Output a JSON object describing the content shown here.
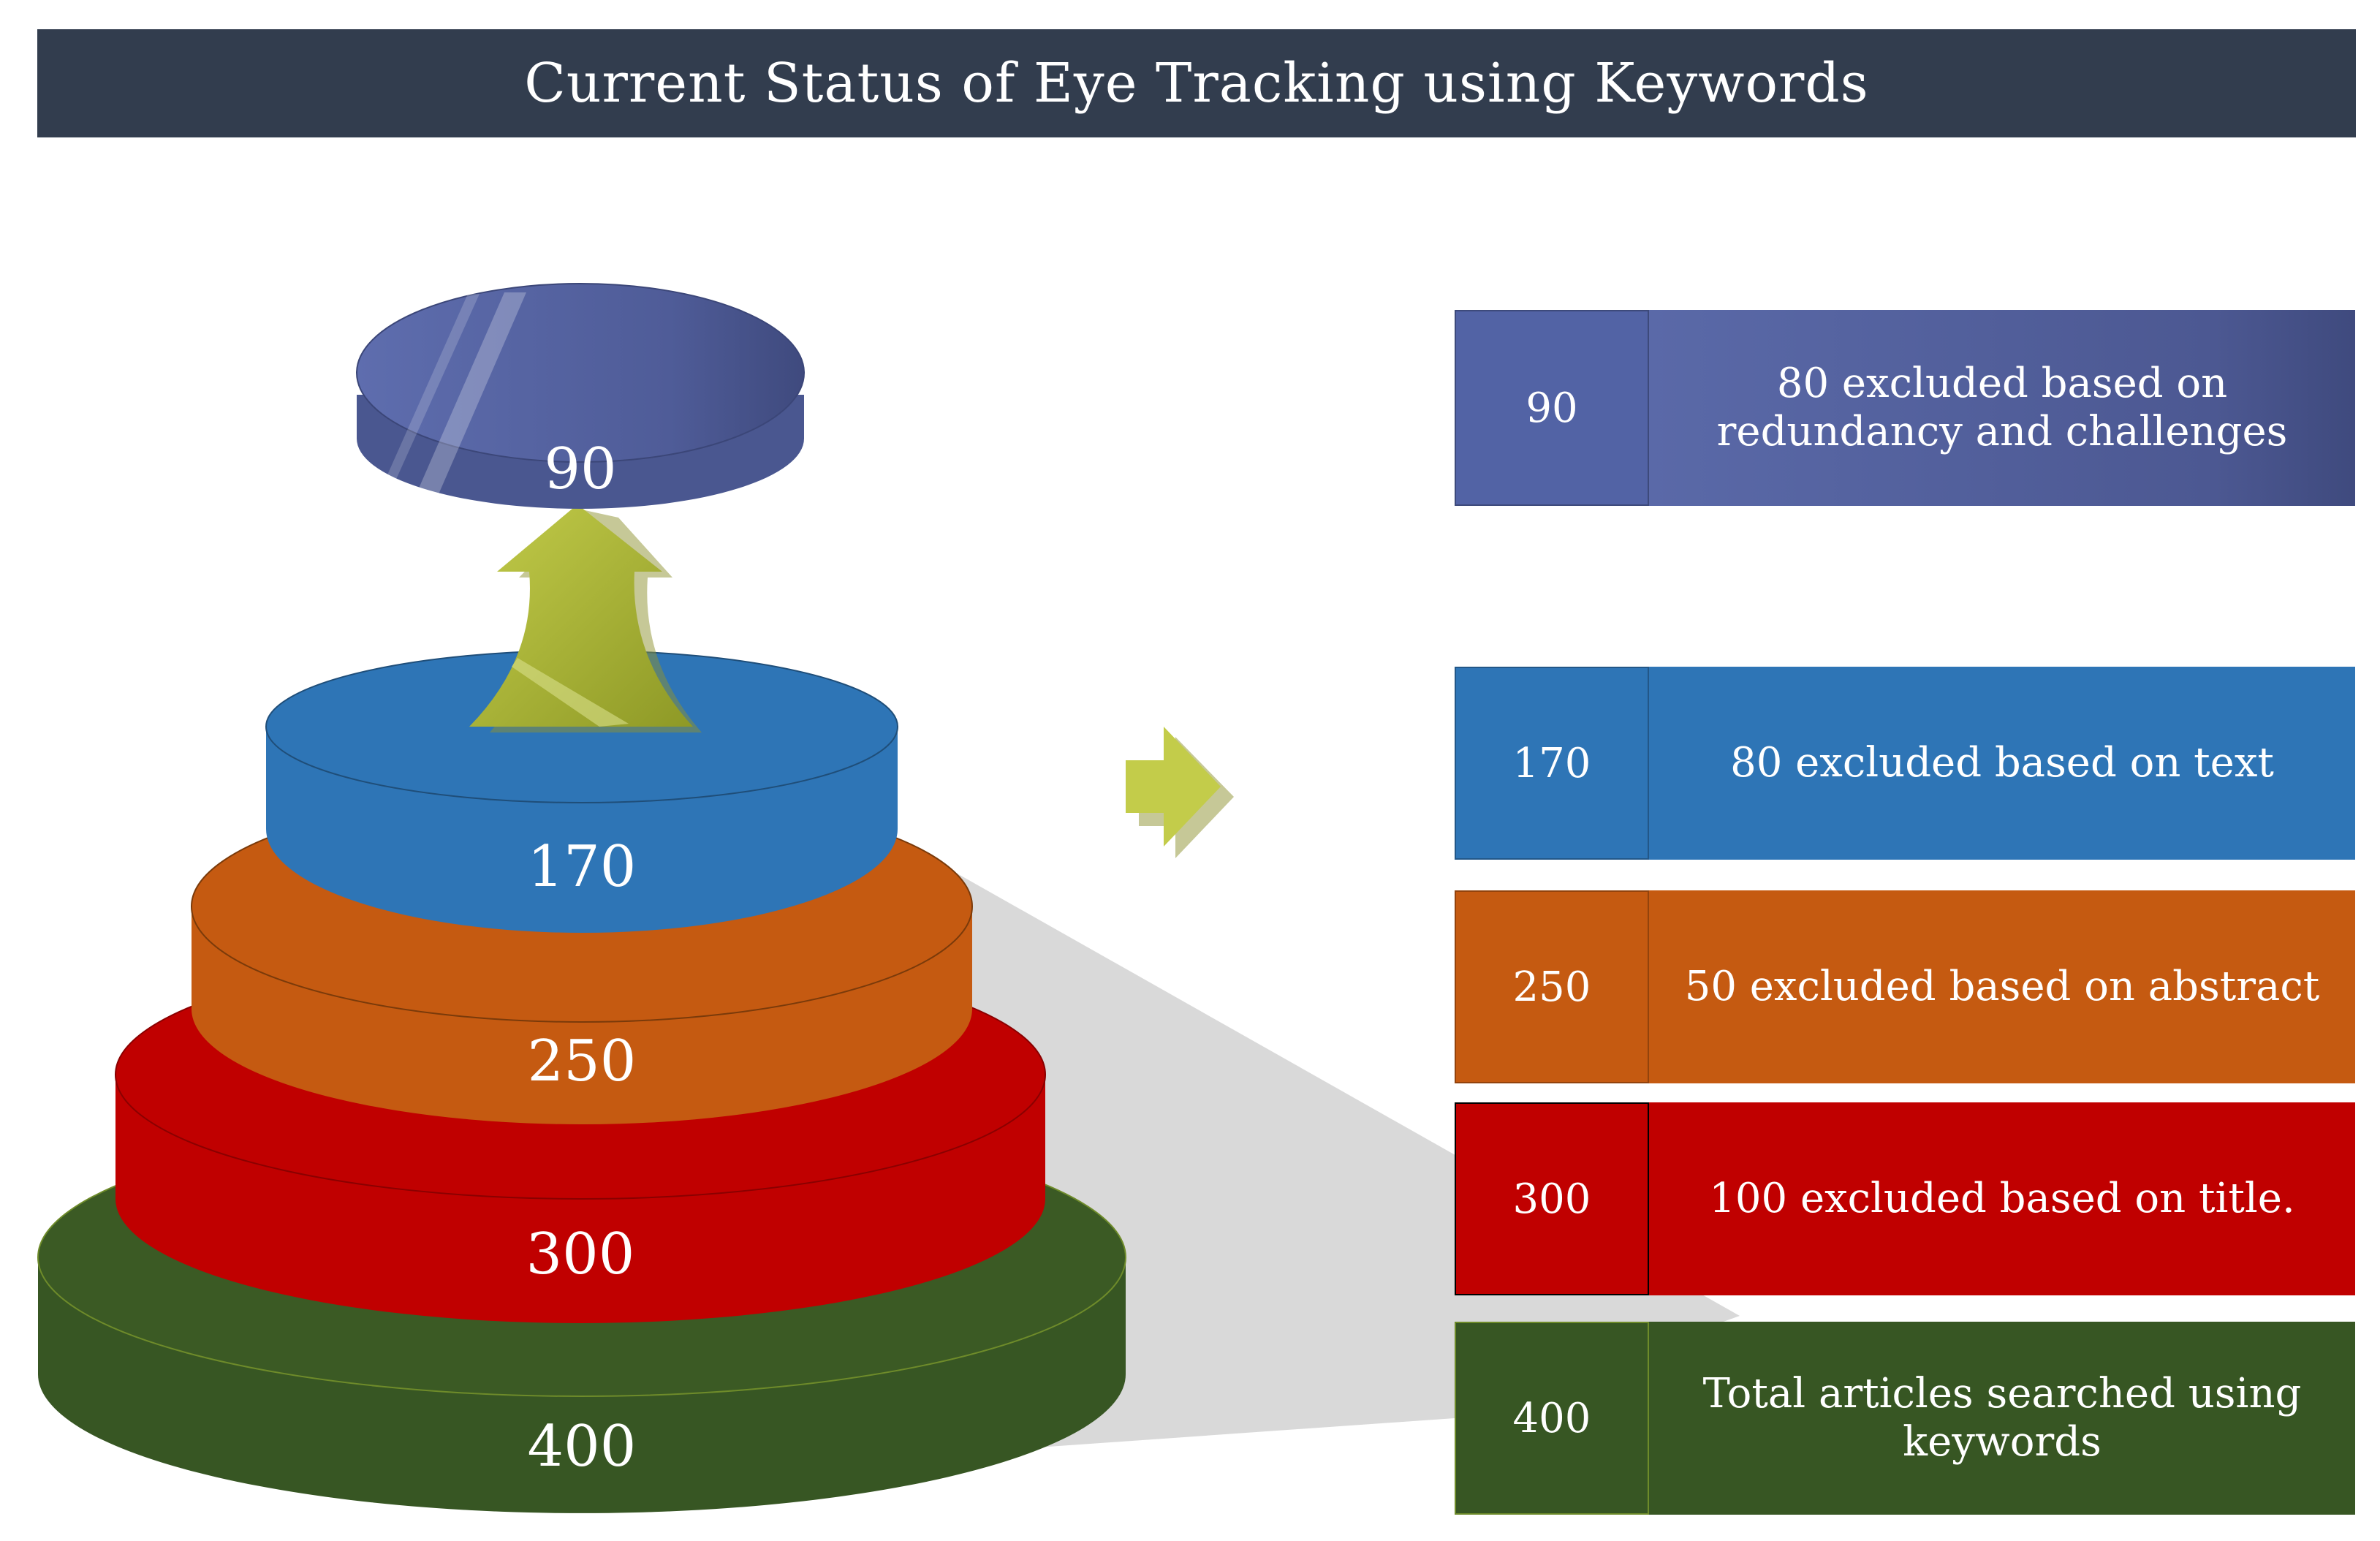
{
  "title": "Current Status of Eye Tracking using Keywords",
  "colors": {
    "title_bg": "#323D4E",
    "tier_90": "#5665A3",
    "tier_170": "#2E75B6",
    "tier_250": "#C55A11",
    "tier_300": "#C00000",
    "tier_400": "#375623",
    "arrow": "#A9B62F"
  },
  "tiers": [
    {
      "value": "90",
      "description": "80 excluded based on redundancy and challenges"
    },
    {
      "value": "170",
      "description": "80 excluded based on text"
    },
    {
      "value": "250",
      "description": "50 excluded based on abstract"
    },
    {
      "value": "300",
      "description": "100 excluded based on title."
    },
    {
      "value": "400",
      "description": "Total articles searched using keywords"
    }
  ],
  "icons": [
    "up-arrow-icon",
    "right-arrow-icon"
  ]
}
